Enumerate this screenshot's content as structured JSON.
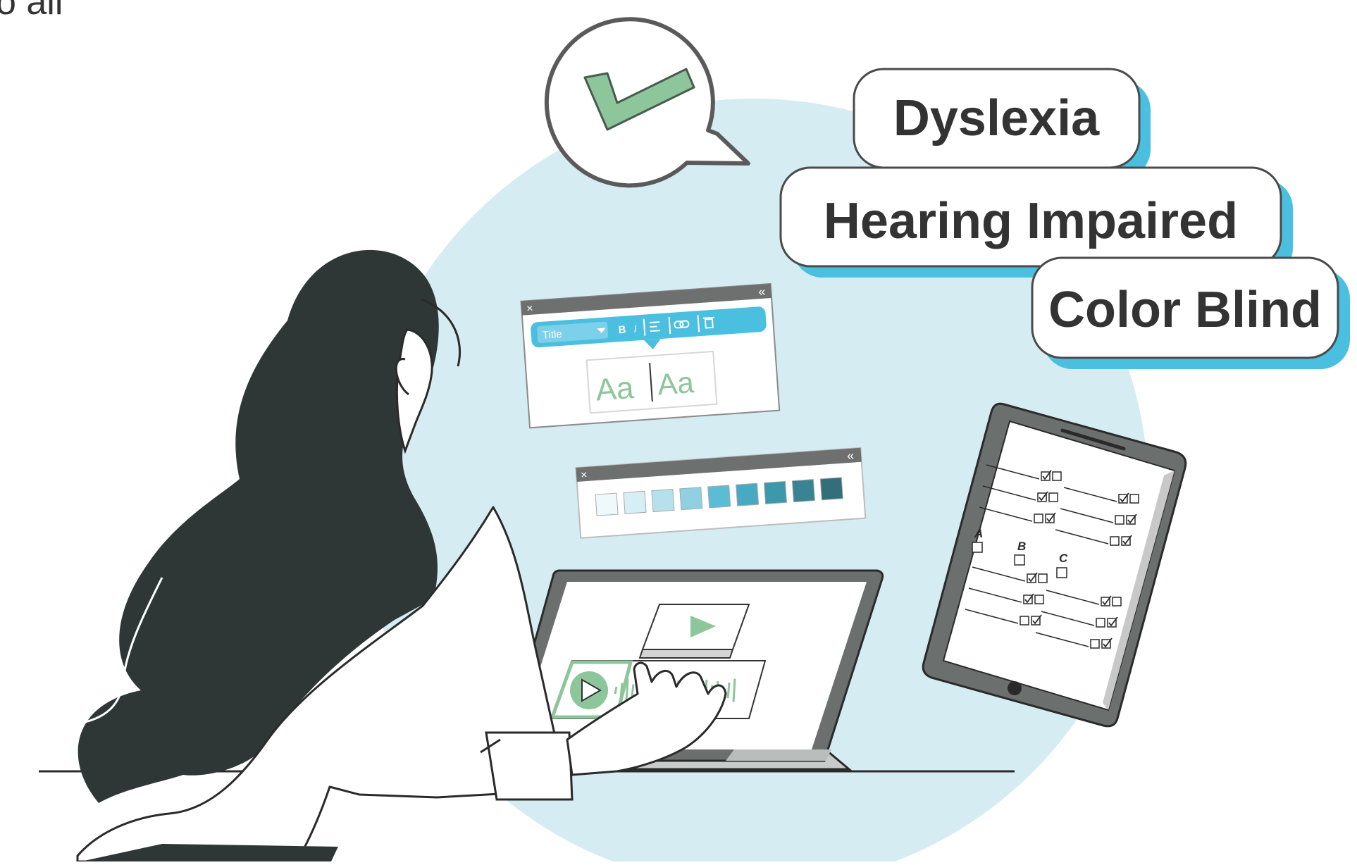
{
  "heading_fragment": "o all",
  "tags": {
    "dyslexia": "Dyslexia",
    "hearing": "Hearing Impaired",
    "color": "Color Blind"
  },
  "editor": {
    "dropdown": "Title",
    "bold": "B",
    "italic": "I",
    "close": "×",
    "collapse": "«",
    "sample_serif": "Aa",
    "sample_sans": "Aa"
  },
  "palette": {
    "close": "×",
    "collapse": "«",
    "swatches": [
      "#eef9fb",
      "#d6eff5",
      "#b6e1ec",
      "#8fd0e2",
      "#5bbcd6",
      "#48a9c3",
      "#3e98ac",
      "#3a8392",
      "#336f7a"
    ]
  },
  "tablet": {
    "labels": [
      "A",
      "B",
      "C"
    ]
  },
  "colors": {
    "circle": "#d5ecf2",
    "accent": "#4bbfe0",
    "check": "#8dc69a",
    "ink": "#333333",
    "hair": "#2f3736",
    "device": "#6b6f6e"
  }
}
